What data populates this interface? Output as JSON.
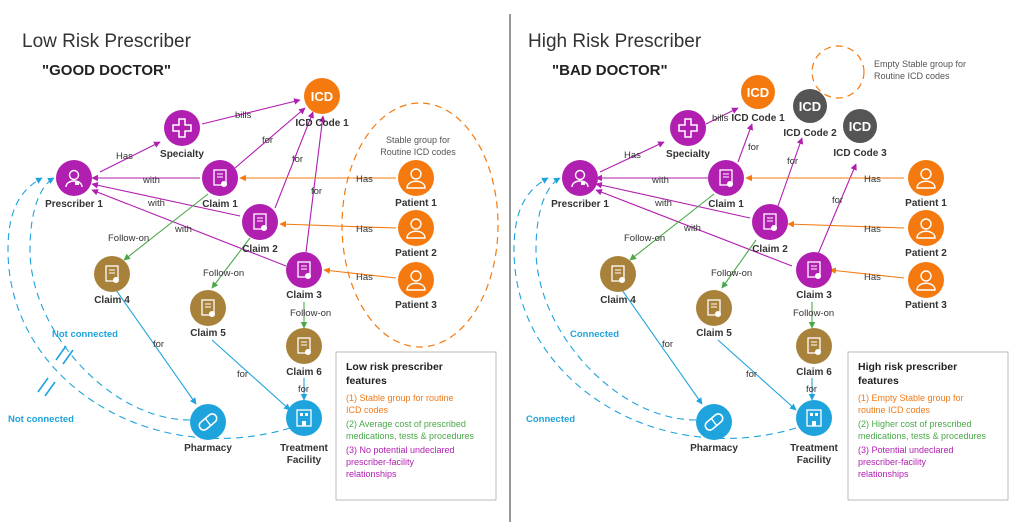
{
  "left": {
    "title": "Low Risk Prescriber",
    "subtitle": "\"GOOD DOCTOR\"",
    "stable_group_label": [
      "Stable group for",
      "Routine ICD codes"
    ],
    "not_connected_1": "Not connected",
    "not_connected_2": "Not connected",
    "features": {
      "title": [
        "Low risk prescriber",
        "features"
      ],
      "items": [
        {
          "lines": [
            "(1) Stable group for routine",
            "ICD codes"
          ],
          "color": "#f07a1a"
        },
        {
          "lines": [
            "(2) Average cost of prescribed",
            "medications, tests & procedures"
          ],
          "color": "#4aa84a"
        },
        {
          "lines": [
            "(3) No potential undeclared",
            "prescriber-facility",
            "relationships"
          ],
          "color": "#b01fb0"
        }
      ]
    }
  },
  "right": {
    "title": "High Risk Prescriber",
    "subtitle": "\"BAD DOCTOR\"",
    "empty_group_label": [
      "Empty Stable group for",
      "Routine ICD codes"
    ],
    "connected_1": "Connected",
    "connected_2": "Connected",
    "features": {
      "title": [
        "High risk prescriber",
        "features"
      ],
      "items": [
        {
          "lines": [
            "(1) Empty Stable group for",
            "routine ICD codes"
          ],
          "color": "#f07a1a"
        },
        {
          "lines": [
            "(2) Higher cost of prescribed",
            "medications, tests & procedures"
          ],
          "color": "#4aa84a"
        },
        {
          "lines": [
            "(3) Potential undeclared",
            "prescriber-facility",
            "relationships"
          ],
          "color": "#b01fb0"
        }
      ]
    }
  },
  "nodes": {
    "prescriber": "Prescriber 1",
    "specialty": "Specialty",
    "icd_text": "ICD",
    "icd1": "ICD Code 1",
    "icd2": "ICD Code 2",
    "icd3": "ICD Code 3",
    "claim1": "Claim 1",
    "claim2": "Claim 2",
    "claim3": "Claim 3",
    "claim4": "Claim 4",
    "claim5": "Claim 5",
    "claim6": "Claim 6",
    "patient1": "Patient 1",
    "patient2": "Patient 2",
    "patient3": "Patient 3",
    "pharmacy": "Pharmacy",
    "facility": [
      "Treatment",
      "Facility"
    ]
  },
  "edges": {
    "has": "Has",
    "bills": "bills",
    "for": "for",
    "with": "with",
    "follow_on": "Follow-on"
  },
  "colors": {
    "purple": "#b01fb0",
    "orange": "#f47a0f",
    "tan": "#a8813a",
    "blue": "#1fa3dc",
    "dark": "#555555",
    "green": "#4aa84a"
  }
}
